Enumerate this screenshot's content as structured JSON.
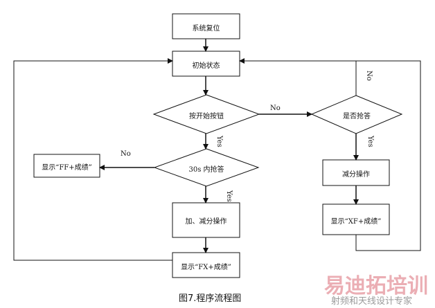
{
  "nodes": {
    "reset": "系统复位",
    "init": "初始状态",
    "press_start": "按开始按钮",
    "answer_30s": "30s 内抢答",
    "add_sub": "加、减分操作",
    "show_fx": "显示“FX+成绩”",
    "show_ff": "显示“FF+成绩”",
    "is_answered": "是否抢答",
    "sub_op": "减分操作",
    "show_xf": "显示“XF+成绩”"
  },
  "labels": {
    "no_1": "No",
    "no_2": "No",
    "no_3": "No",
    "yes_1": "Yes",
    "yes_2": "Yes",
    "yes_3": "Yes"
  },
  "caption": "图7.程序流程图",
  "watermark": {
    "main": "易迪拓培训",
    "sub": "射频和天线设计专家"
  }
}
